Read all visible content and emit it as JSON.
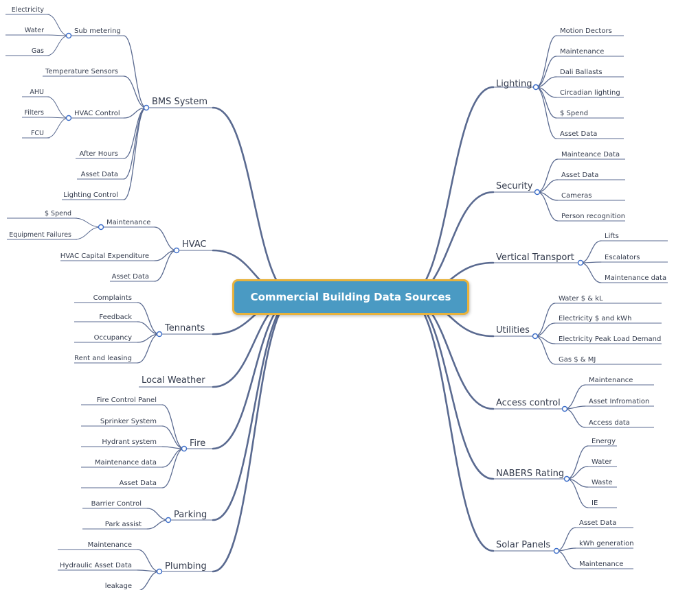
{
  "center": "Commercial Building Data Sources",
  "left": [
    {
      "label": "BMS System",
      "children": [
        {
          "label": "Sub metering",
          "children": [
            "Electricity",
            "Water",
            "Gas"
          ]
        },
        {
          "label": "Temperature Sensors"
        },
        {
          "label": "HVAC Control",
          "children": [
            "AHU",
            "Filters",
            "FCU"
          ]
        },
        {
          "label": "After Hours"
        },
        {
          "label": "Asset Data"
        },
        {
          "label": "Lighting Control"
        }
      ]
    },
    {
      "label": "HVAC",
      "children": [
        {
          "label": "Maintenance",
          "children": [
            "$ Spend",
            "Equipment Failures"
          ]
        },
        {
          "label": "HVAC Capital Expenditure"
        },
        {
          "label": "Asset Data"
        }
      ]
    },
    {
      "label": "Tennants",
      "children": [
        {
          "label": "Complaints"
        },
        {
          "label": "Feedback"
        },
        {
          "label": "Occupancy"
        },
        {
          "label": "Rent and leasing"
        }
      ]
    },
    {
      "label": "Local Weather",
      "children": []
    },
    {
      "label": "Fire",
      "children": [
        {
          "label": "Fire Control Panel"
        },
        {
          "label": "Sprinker System"
        },
        {
          "label": "Hydrant system"
        },
        {
          "label": "Maintenance data"
        },
        {
          "label": "Asset Data"
        }
      ]
    },
    {
      "label": "Parking",
      "children": [
        {
          "label": "Barrier Control"
        },
        {
          "label": "Park assist"
        }
      ]
    },
    {
      "label": "Plumbing",
      "children": [
        {
          "label": "Maintenance"
        },
        {
          "label": "Hydraulic Asset Data"
        },
        {
          "label": "leakage"
        }
      ]
    }
  ],
  "right": [
    {
      "label": "Lighting",
      "children": [
        {
          "label": "Motion Dectors"
        },
        {
          "label": "Maintenance"
        },
        {
          "label": "Dali Ballasts"
        },
        {
          "label": "Circadian lighting"
        },
        {
          "label": "$ Spend"
        },
        {
          "label": "Asset Data"
        }
      ]
    },
    {
      "label": "Security",
      "children": [
        {
          "label": "Mainteance Data"
        },
        {
          "label": "Asset Data"
        },
        {
          "label": "Cameras"
        },
        {
          "label": "Person recognition"
        }
      ]
    },
    {
      "label": "Vertical Transport",
      "children": [
        {
          "label": "Lifts"
        },
        {
          "label": "Escalators"
        },
        {
          "label": "Maintenance data"
        }
      ]
    },
    {
      "label": "Utilities",
      "children": [
        {
          "label": "Water $ & kL"
        },
        {
          "label": "Electricity $ and kWh"
        },
        {
          "label": "Electricity Peak Load Demand"
        },
        {
          "label": "Gas $ & MJ"
        }
      ]
    },
    {
      "label": "Access control",
      "children": [
        {
          "label": "Maintenance"
        },
        {
          "label": "Asset Infromation"
        },
        {
          "label": "Access data"
        }
      ]
    },
    {
      "label": "NABERS Rating",
      "children": [
        {
          "label": "Energy"
        },
        {
          "label": "Water"
        },
        {
          "label": "Waste"
        },
        {
          "label": "IE"
        }
      ]
    },
    {
      "label": "Solar Panels",
      "children": [
        {
          "label": "Asset Data"
        },
        {
          "label": "kWh generation"
        },
        {
          "label": "Maintenance"
        }
      ]
    }
  ]
}
